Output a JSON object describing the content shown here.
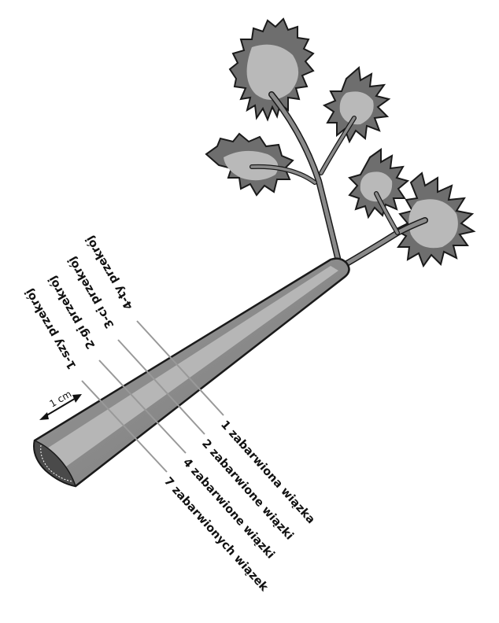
{
  "diagram": {
    "section_labels": [
      "1-szy przekrój",
      "2-gi przekrój",
      "3-ci przekrój",
      "4-ty przekrój"
    ],
    "result_labels": [
      "7 zabarwionych wiązek",
      "4 zabarwione wiązki",
      "2 zabarwione wiązki",
      "1 zabarwiona wiązka"
    ],
    "scale_label": "1 cm",
    "colors": {
      "stem_dark": "#7a7a7a",
      "stem_light": "#bdbdbd",
      "leaf_dark": "#6e6e6e",
      "leaf_light": "#b9b9b9",
      "outline": "#1a1a1a",
      "cut_line": "#999999"
    }
  }
}
